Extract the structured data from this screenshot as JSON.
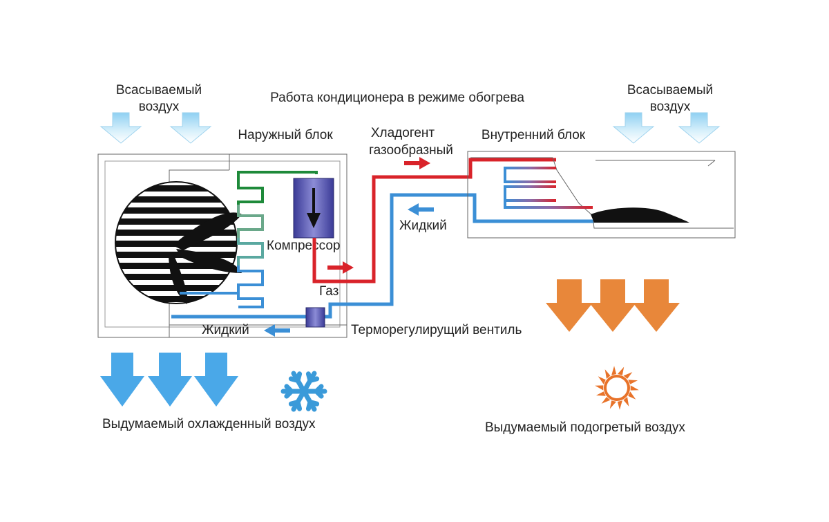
{
  "title": "Работа кондиционера  в режиме обогрева",
  "labels": {
    "intake_left_line1": "Всасываемый",
    "intake_left_line2": "воздух",
    "intake_right_line1": "Всасываемый",
    "intake_right_line2": "воздух",
    "outdoor_unit": "Наружный блок",
    "indoor_unit": "Внутренний блок",
    "refrigerant_line1": "Хладогент",
    "refrigerant_line2": "газообразный",
    "liquid_top": "Жидкий",
    "compressor": "Компрессор",
    "gas": "Газ",
    "liquid_bottom": "Жидкий",
    "expansion_valve": "Терморегулирущий вентиль",
    "cold_air_out": "Выдумаемый охлажденный воздух",
    "warm_air_out": "Выдумаемый подогретый воздух"
  },
  "colors": {
    "gas_line": "#d9232a",
    "liquid_line": "#3b8fd6",
    "green_line": "#1e8a3a",
    "cold_arrow": "#4aa8e8",
    "warm_arrow": "#e8873a",
    "intake_arrow": "#bfe3f7",
    "compressor": "#4a4aa8",
    "snowflake": "#3a9ad9",
    "sun": "#e8732a"
  },
  "icons": [
    "fan-icon",
    "compressor-icon",
    "expansion-valve-icon",
    "snowflake-icon",
    "sun-icon"
  ]
}
